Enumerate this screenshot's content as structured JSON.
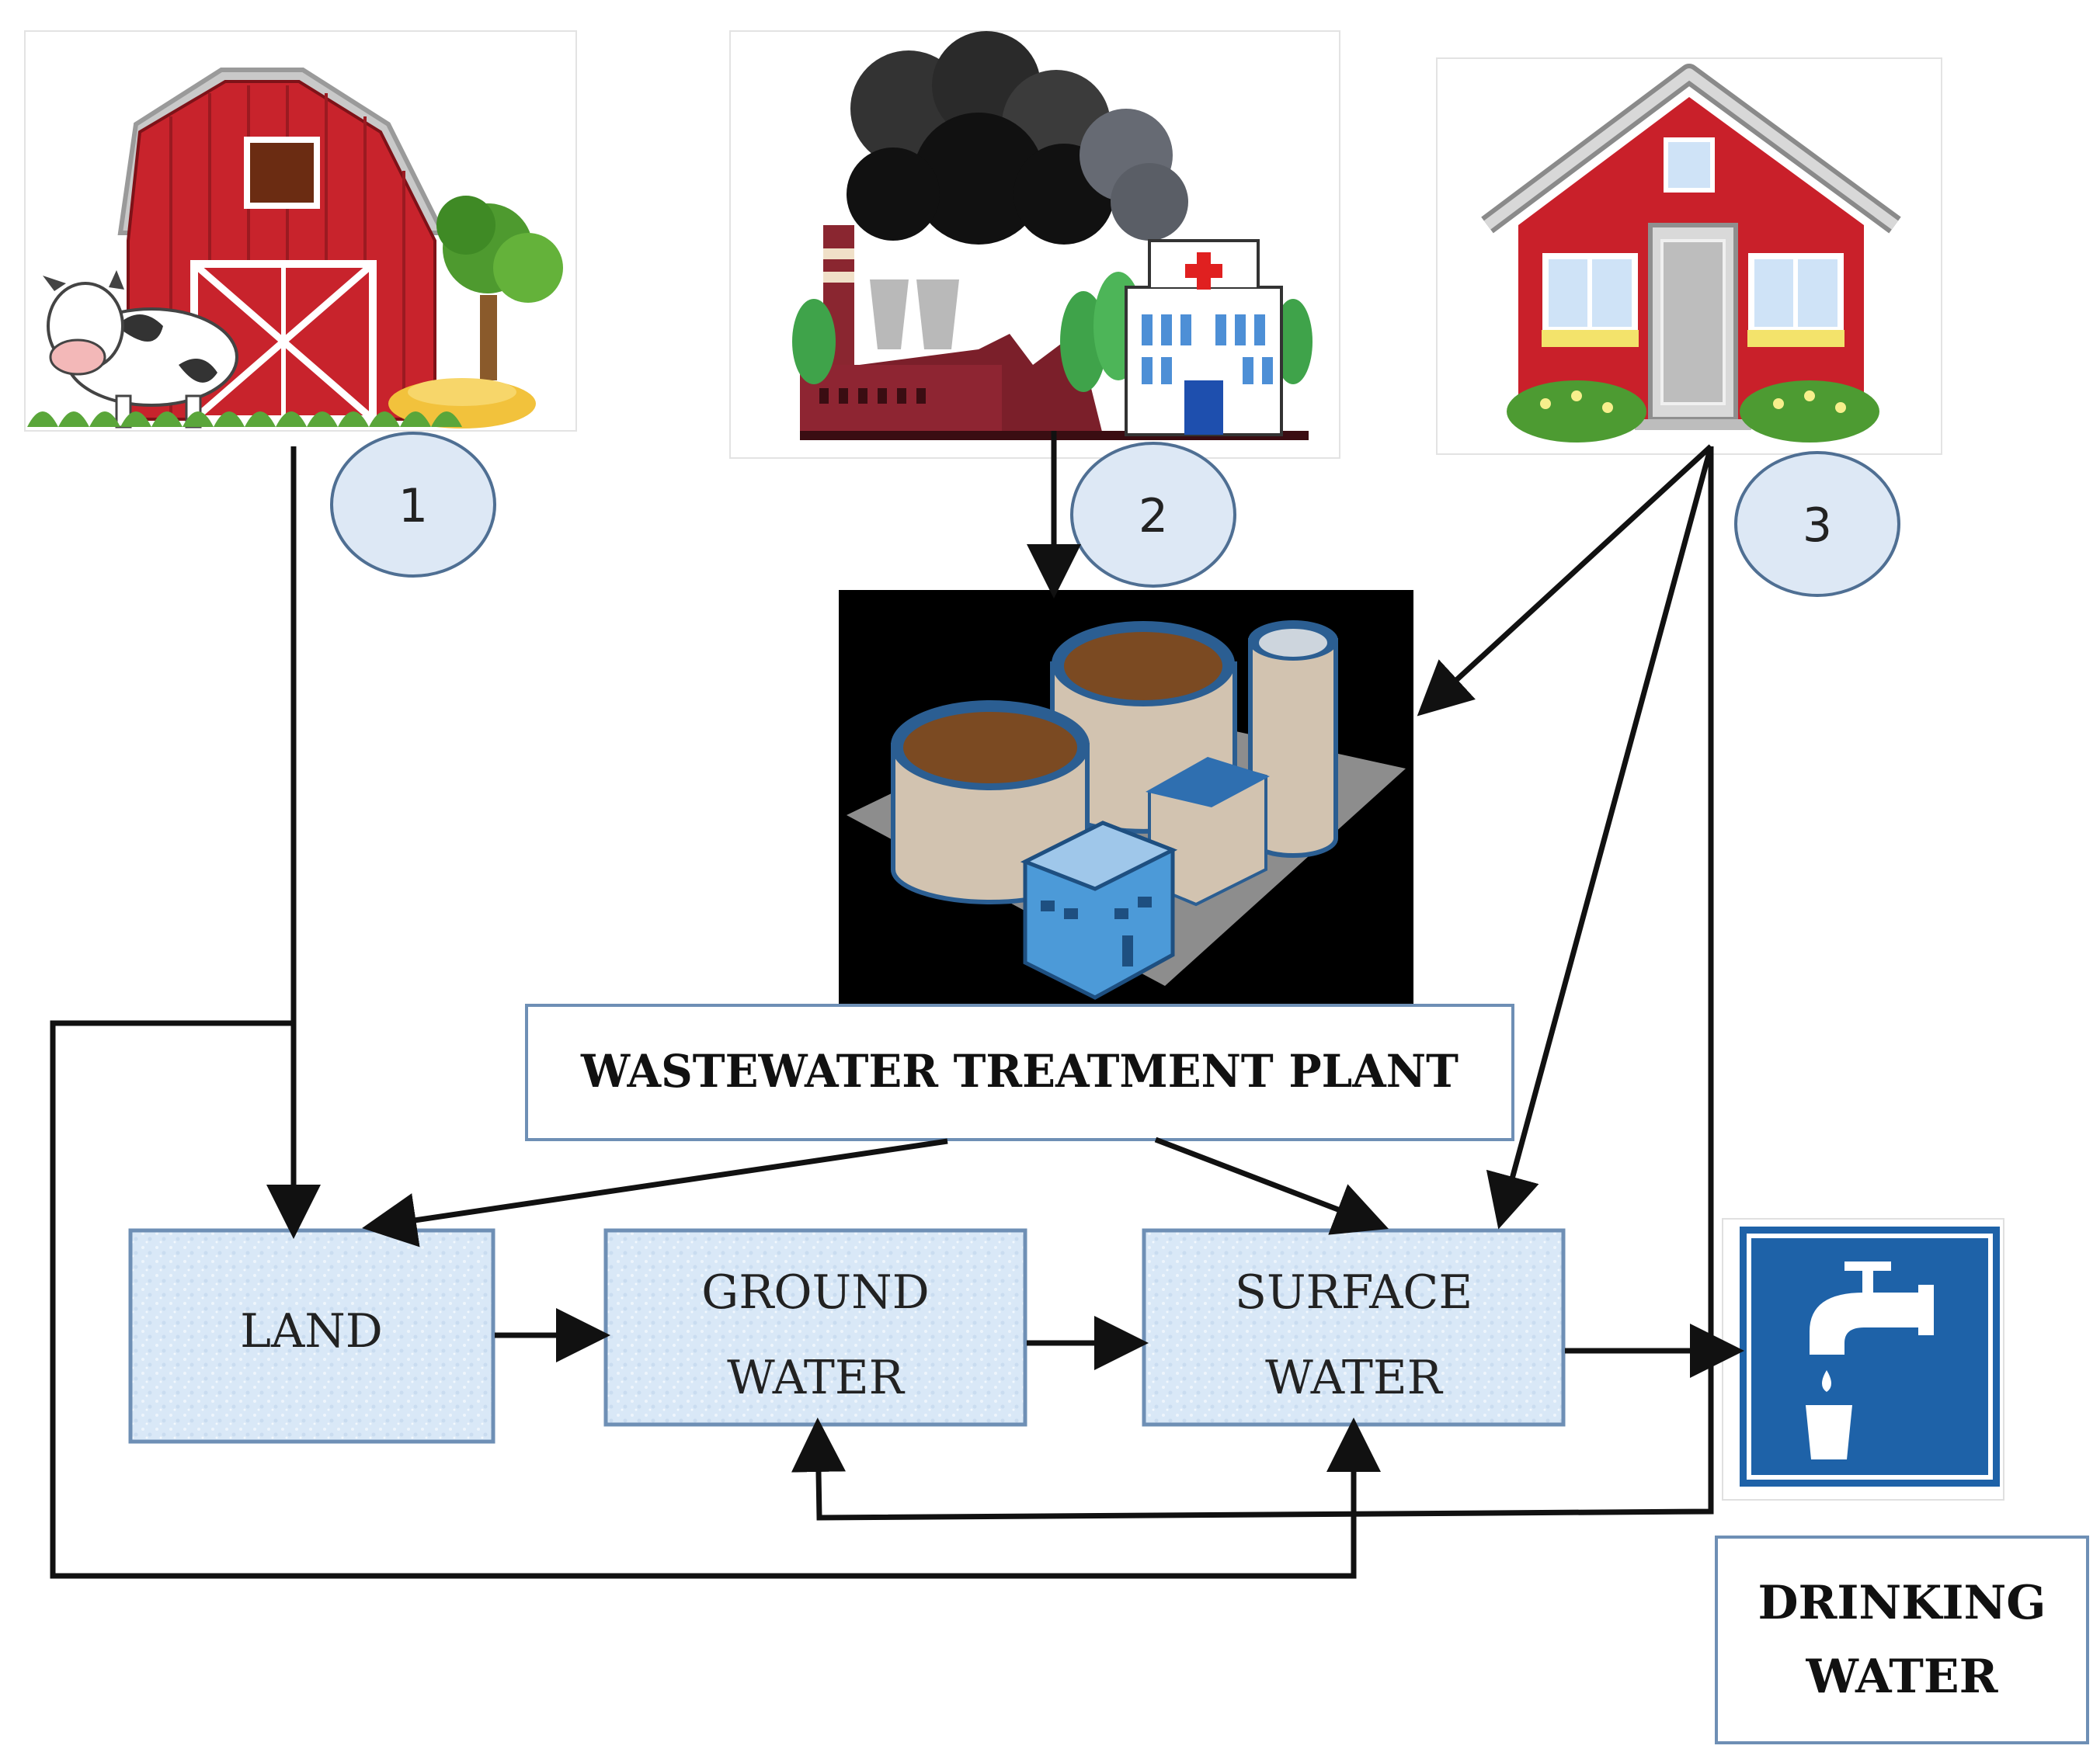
{
  "colors": {
    "box_fill": "#dbe9f7",
    "box_stroke": "#6e8fb5",
    "circle_fill": "#dde8f5",
    "circle_stroke": "#4f6f93",
    "arrow": "#111111",
    "sign_blue": "#1e62a8"
  },
  "icons": {
    "farm": "barn-farm-icon",
    "industry": "factory-hospital-icon",
    "house": "house-icon",
    "plant": "treatment-plant-icon",
    "tap": "drinking-tap-icon"
  },
  "sources": {
    "farm": {
      "number": "1"
    },
    "industry": {
      "number": "2"
    },
    "house": {
      "number": "3"
    }
  },
  "plant": {
    "label": "WASTEWATER TREATMENT PLANT"
  },
  "boxes": {
    "land": {
      "line1": "LAND"
    },
    "ground": {
      "line1": "GROUND",
      "line2": "WATER"
    },
    "surface": {
      "line1": "SURFACE",
      "line2": "WATER"
    }
  },
  "drinking": {
    "line1": "DRINKING",
    "line2": "WATER"
  }
}
